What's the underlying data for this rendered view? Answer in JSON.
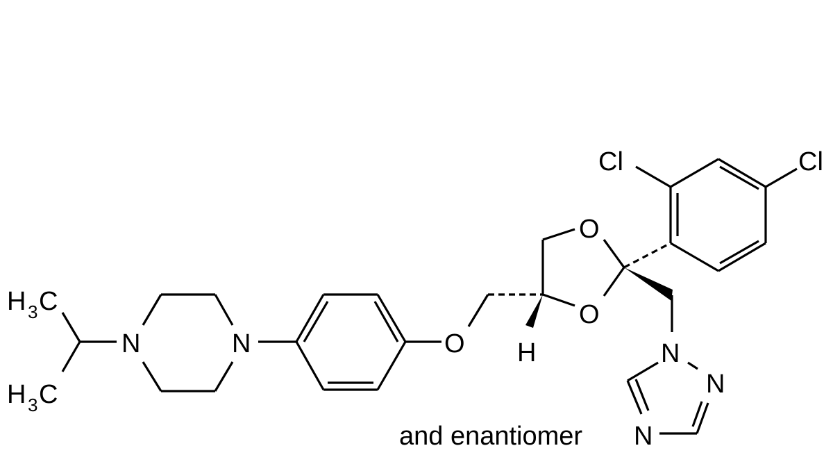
{
  "diagram": {
    "type": "chemical-structure",
    "compound_description": "cis-ketoconazole-like dioxolane with isopropylpiperazine phenoxy, 2,4-dichlorophenyl and 1,2,4-triazol-1-ylmethyl groups",
    "background_color": "#ffffff",
    "ink_color": "#000000",
    "labels": {
      "methyl_top": "H",
      "methyl_top_sub": "3",
      "methyl_top_c": "C",
      "methyl_bottom": "H",
      "methyl_bottom_sub": "3",
      "methyl_bottom_c": "C",
      "piperazine_n1": "N",
      "piperazine_n4": "N",
      "ether_o": "O",
      "stereo_h": "H",
      "dioxolane_o_top": "O",
      "dioxolane_o_bottom": "O",
      "cl_ortho": "Cl",
      "cl_para": "Cl",
      "triazole_n1": "N",
      "triazole_n2": "N",
      "triazole_n4": "N"
    },
    "caption": "and enantiomer"
  }
}
